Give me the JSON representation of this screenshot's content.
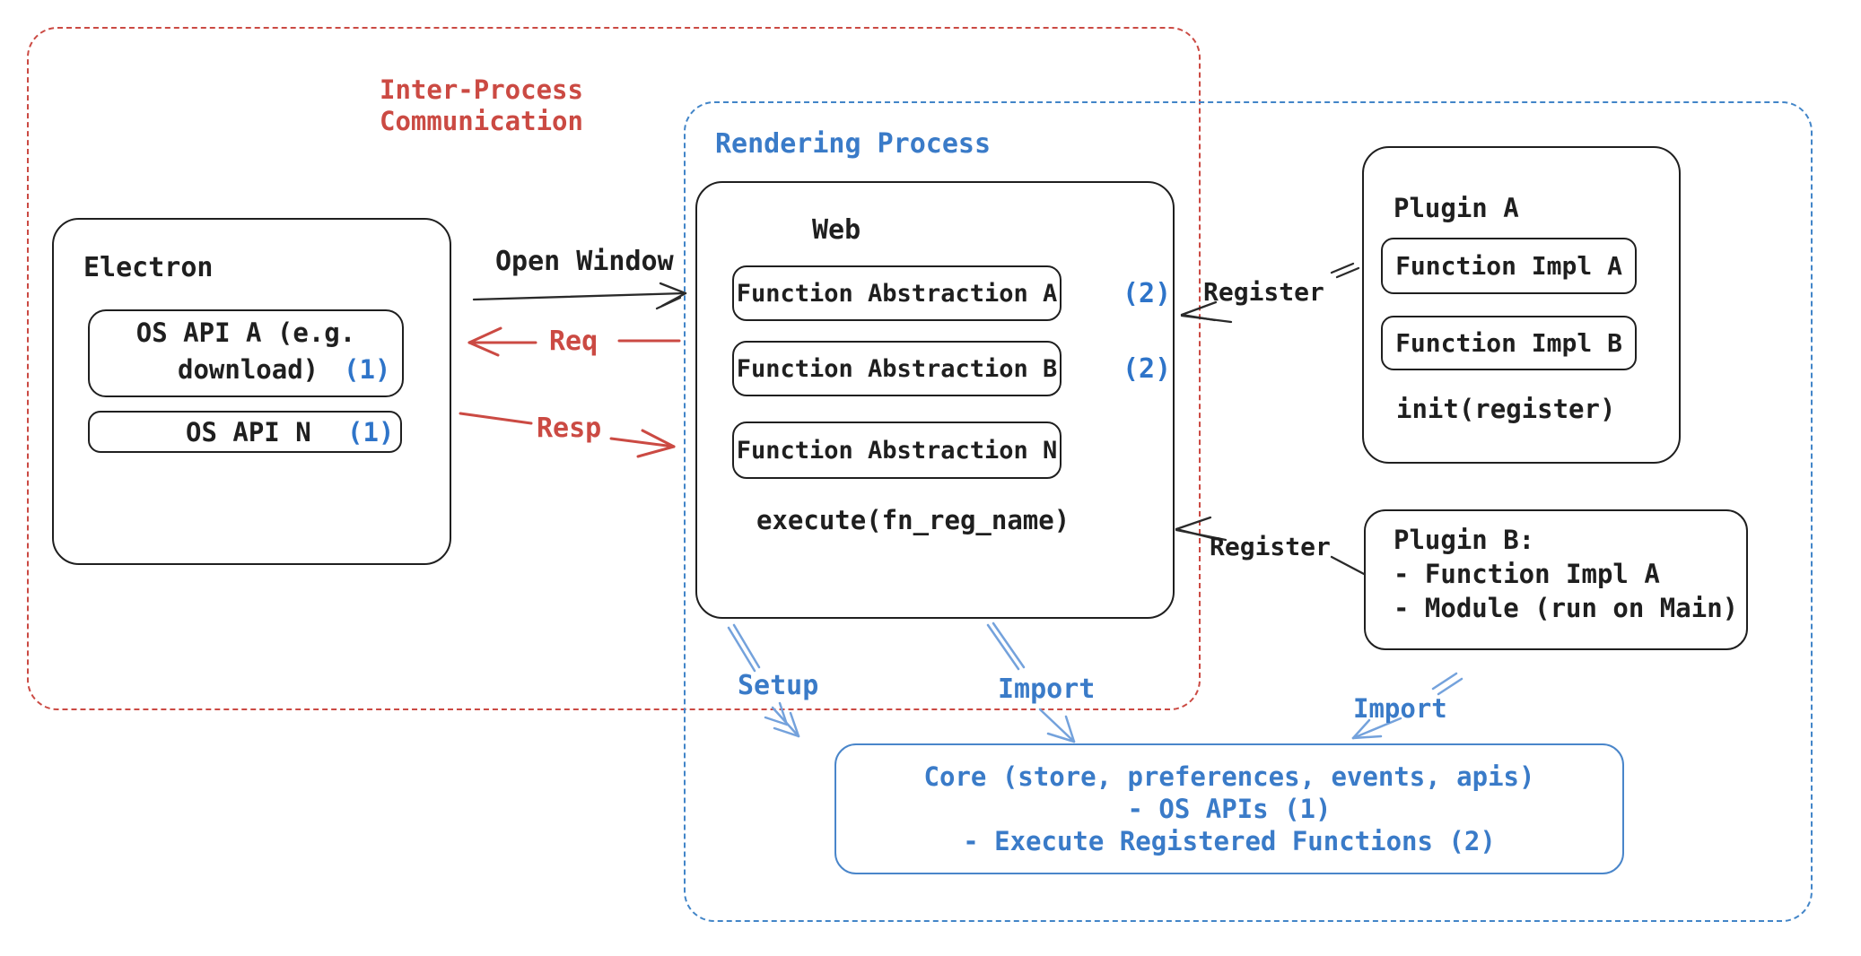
{
  "colors": {
    "red": "#cb4a43",
    "blue": "#3a7bc8",
    "badge_blue": "#2e74c9",
    "light_blue_arrow": "#74a2dc",
    "ink": "#1f1f1f"
  },
  "ipc": {
    "label_line1": "Inter-Process",
    "label_line2": "Communication"
  },
  "rendering": {
    "label": "Rendering Process"
  },
  "electron": {
    "title": "Electron",
    "api_a_line1": "OS API A (e.g.",
    "api_a_line2": "download)",
    "api_a_badge": "(1)",
    "api_n_label": "OS API N",
    "api_n_badge": "(1)"
  },
  "web": {
    "title": "Web",
    "items": [
      {
        "label": "Function Abstraction A",
        "badge": "(2)"
      },
      {
        "label": "Function Abstraction B",
        "badge": "(2)"
      },
      {
        "label": "Function Abstraction N",
        "badge": ""
      }
    ],
    "execute_label": "execute(fn_reg_name)"
  },
  "plugin_a": {
    "title": "Plugin A",
    "impl_a": "Function Impl A",
    "impl_b": "Function Impl B",
    "init_label": "init(register)"
  },
  "plugin_b": {
    "line1": "Plugin B:",
    "line2": "- Function Impl A",
    "line3": "- Module (run on Main)"
  },
  "core": {
    "line1": "Core (store, preferences, events, apis)",
    "line2": "- OS APIs (1)",
    "line3": "- Execute Registered Functions (2)"
  },
  "labels": {
    "open_window": "Open Window",
    "req": "Req",
    "resp": "Resp",
    "register_a": "Register",
    "register_b": "Register",
    "setup": "Setup",
    "import_web": "Import",
    "import_plugin": "Import"
  }
}
